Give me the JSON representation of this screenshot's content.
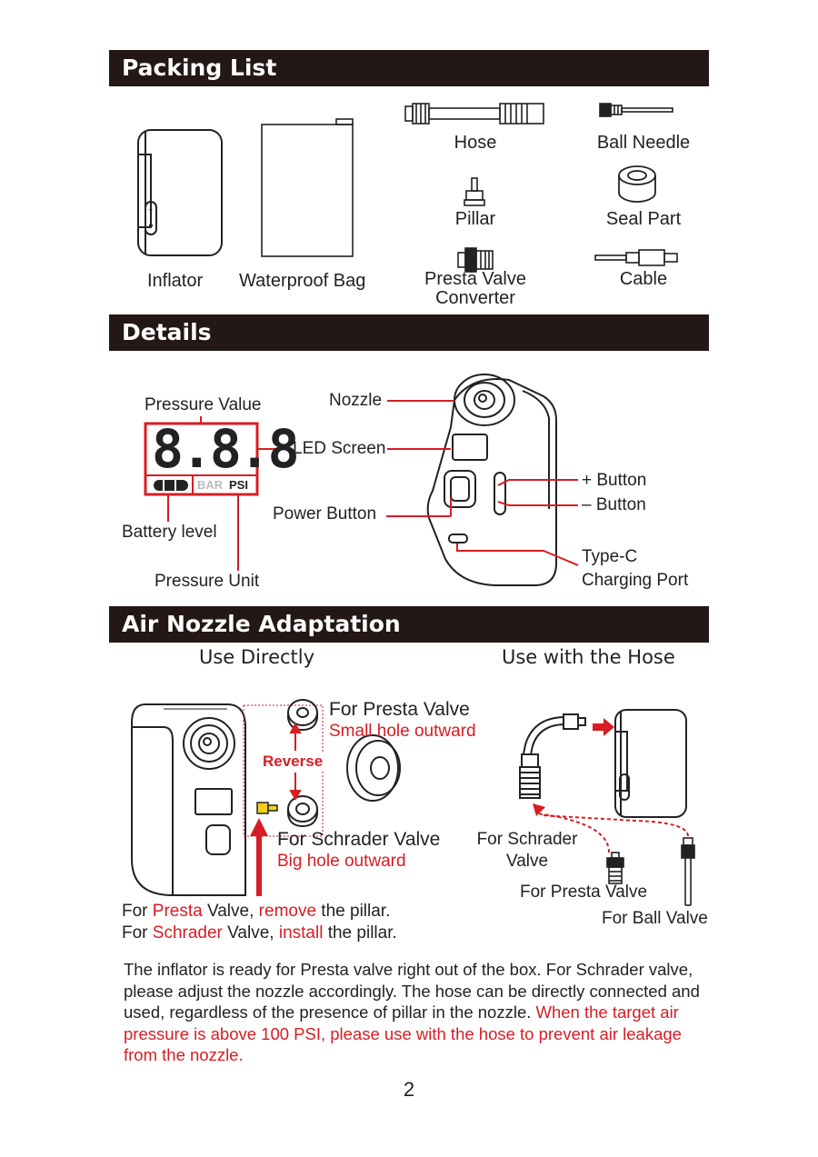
{
  "sections": {
    "packing": "Packing List",
    "details": "Details",
    "nozzle": "Air Nozzle Adaptation"
  },
  "packing": {
    "inflator": "Inflator",
    "bag": "Waterproof Bag",
    "hose": "Hose",
    "ball_needle": "Ball Needle",
    "pillar": "Pillar",
    "seal_part": "Seal Part",
    "presta_converter_1": "Presta Valve",
    "presta_converter_2": "Converter",
    "cable": "Cable"
  },
  "details": {
    "pressure_value": "Pressure Value",
    "nozzle": "Nozzle",
    "led_screen": "LED Screen",
    "plus_button": "+ Button",
    "minus_button": "– Button",
    "power_button": "Power Button",
    "battery_level": "Battery level",
    "pressure_unit": "Pressure Unit",
    "type_c_1": "Type-C",
    "type_c_2": "Charging Port",
    "lcd_digits": "8.8.8",
    "lcd_bar": "BAR",
    "lcd_psi": "PSI"
  },
  "nozzle": {
    "use_directly": "Use Directly",
    "use_hose": "Use with the Hose",
    "for_presta": "For Presta Valve",
    "small_hole": "Small hole outward",
    "reverse": "Reverse",
    "for_schrader": "For Schrader Valve",
    "big_hole": "Big hole outward",
    "hose_schrader_1": "For Schrader",
    "hose_schrader_2": "Valve",
    "hose_presta": "For Presta Valve",
    "hose_ball": "For Ball Valve",
    "line1": {
      "a": "For ",
      "b": "Presta",
      "c": " Valve, ",
      "d": "remove",
      "e": " the pillar."
    },
    "line2": {
      "a": "For ",
      "b": "Schrader",
      "c": " Valve, ",
      "d": "install",
      "e": " the pillar."
    }
  },
  "paragraph": {
    "black": "The inflator is ready for Presta valve right out of the box. For Schrader valve, please adjust the nozzle accordingly. The hose can be directly connected and used, regardless of the presence of pillar in the nozzle.",
    "red": "When the target air pressure is above 100 PSI, please use with the hose to prevent air leakage from the nozzle."
  },
  "page_number": "2",
  "colors": {
    "accent": "#d71d23",
    "band": "#231815"
  }
}
